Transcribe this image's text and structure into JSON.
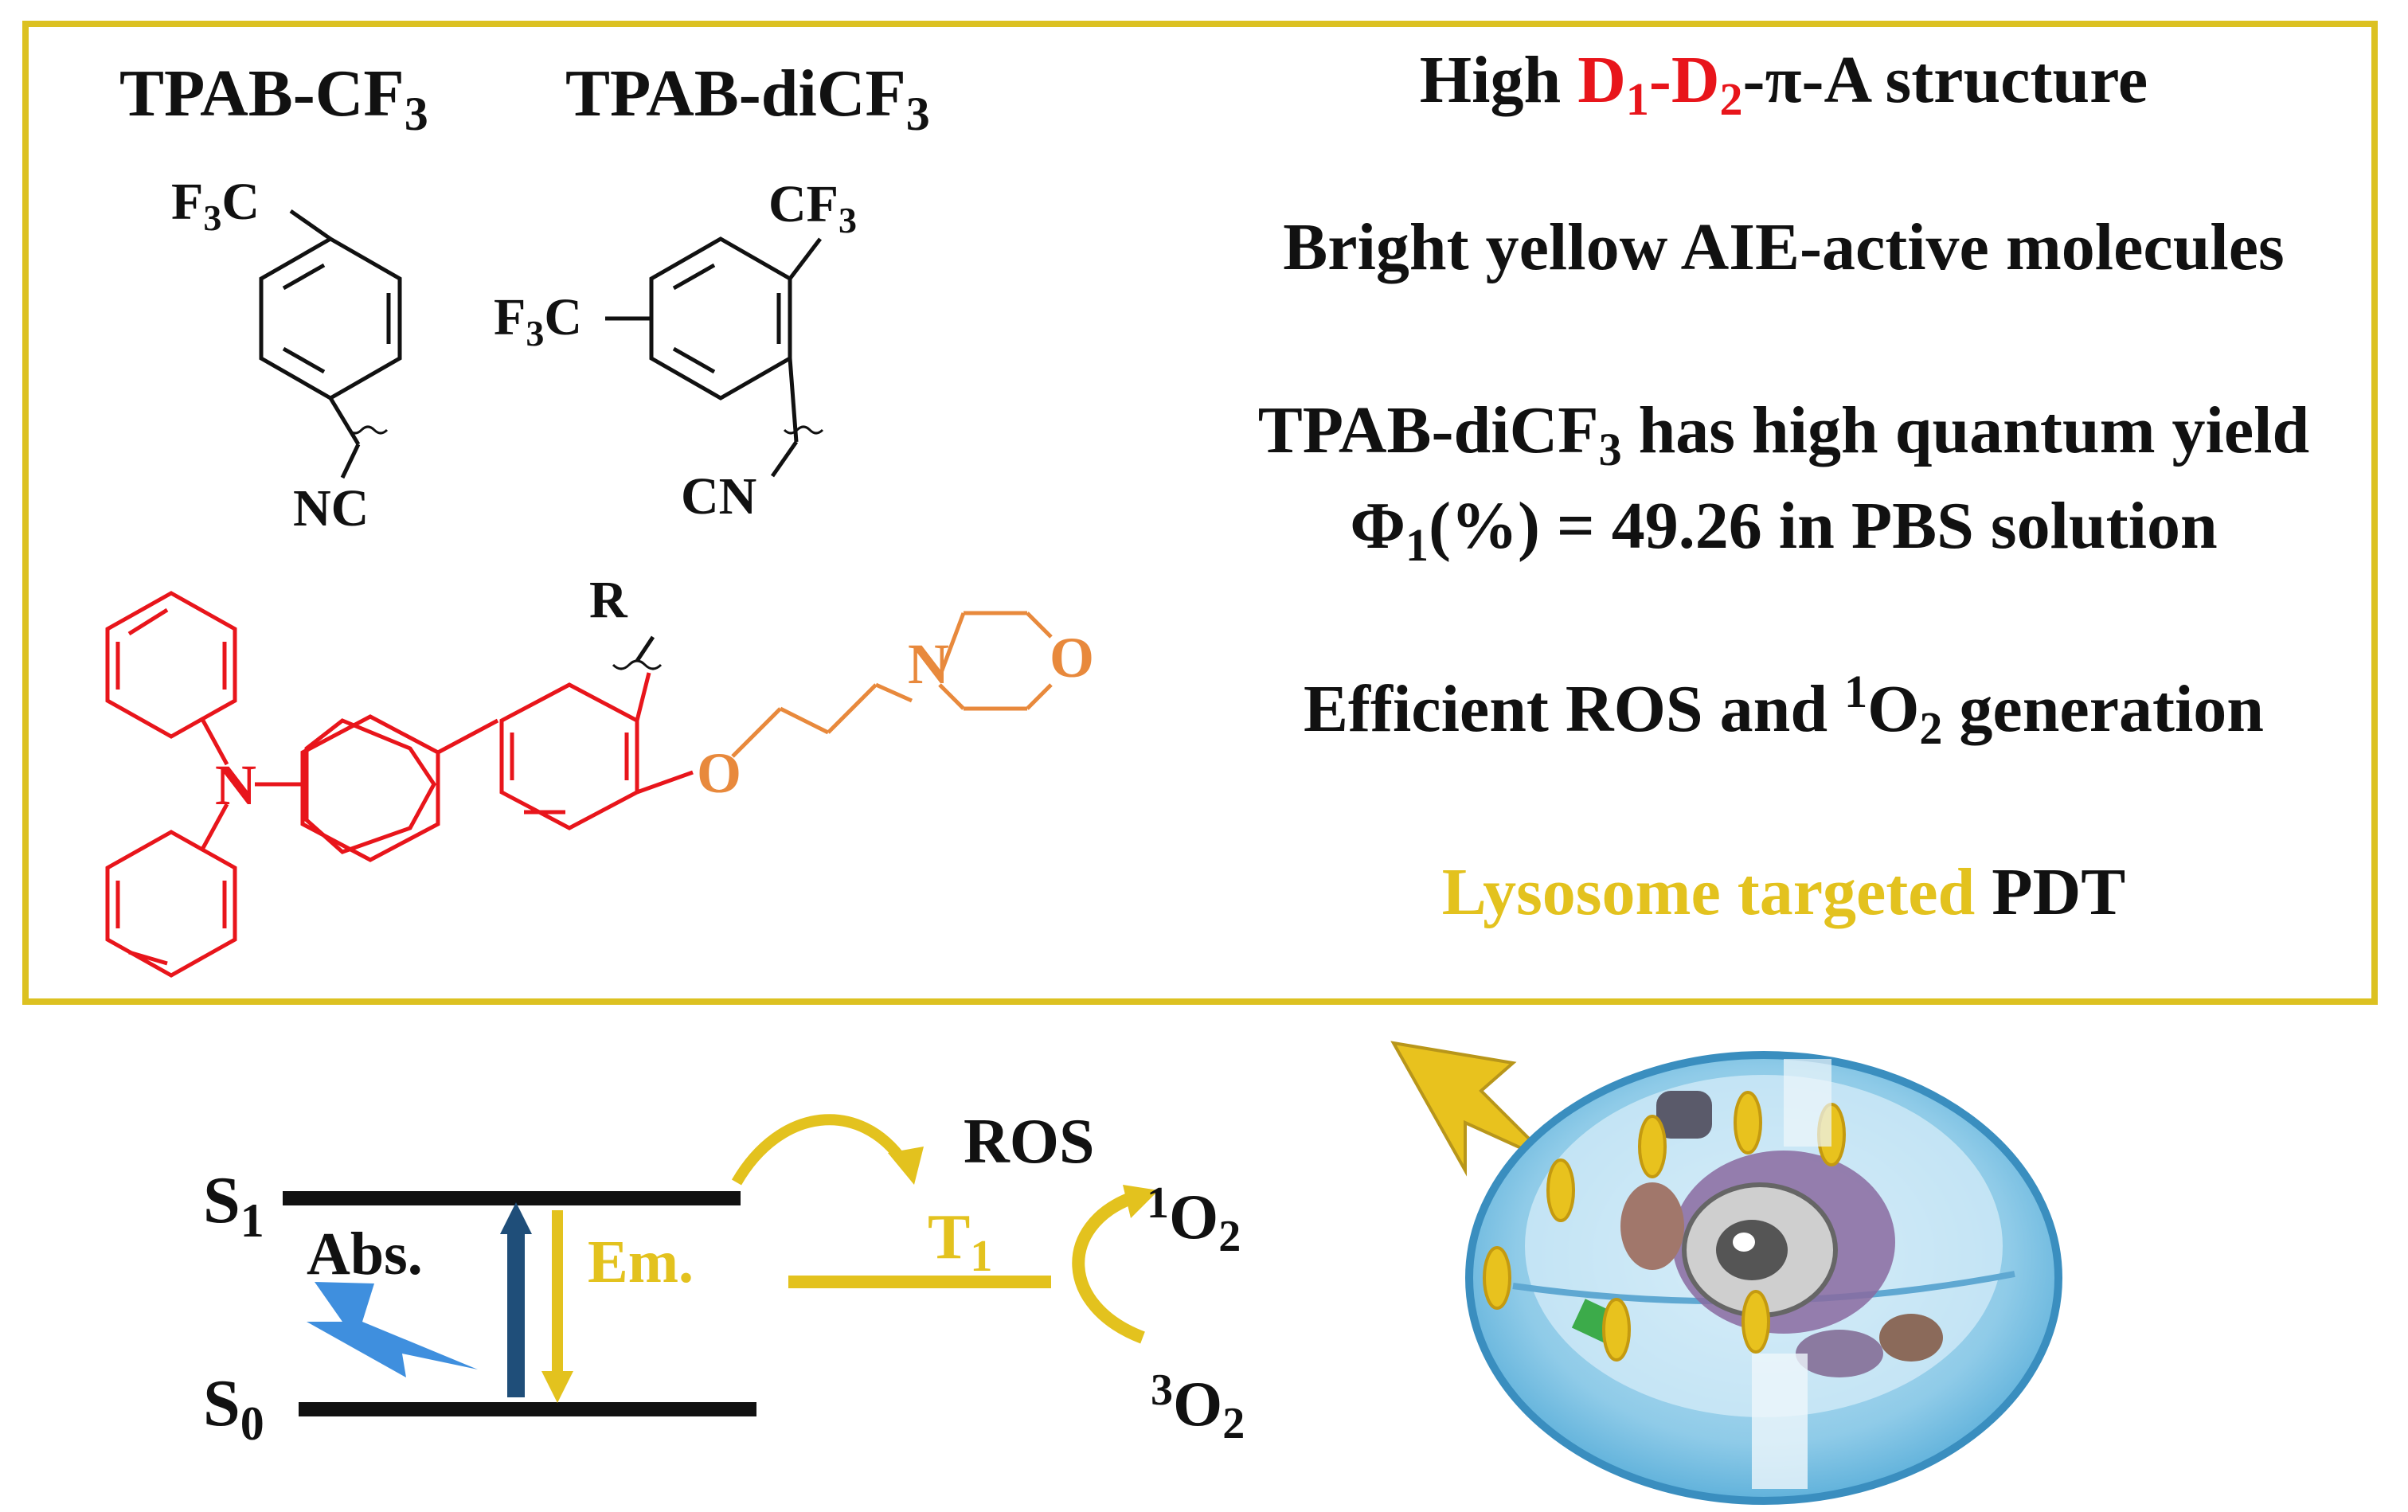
{
  "colors": {
    "frame": "#dcc121",
    "red": "#e8151b",
    "orange": "#e8893c",
    "gold": "#e3c21e",
    "navy": "#1f4e79",
    "lightning_blue": "#3f8fde",
    "black": "#111111"
  },
  "molecules": {
    "label_a": {
      "main": "TPAB-CF",
      "sub": "3"
    },
    "label_b": {
      "main": "TPAB-diCF",
      "sub": "3"
    },
    "sub_a": {
      "top_main": "F",
      "top_sub": "3",
      "top_tail": "C",
      "bottom": "NC"
    },
    "sub_b": {
      "top_main": "CF",
      "top_sub": "3",
      "left_main": "F",
      "left_sub": "3",
      "left_tail": "C",
      "bottom": "CN"
    },
    "core": {
      "r_label": "R",
      "n_amine": "N",
      "o_ether": "O",
      "n_morph": "N",
      "o_morph": "O"
    }
  },
  "features": {
    "line1": {
      "pre": "High ",
      "d1": "D",
      "d1_sub": "1",
      "dash1": "-",
      "d2": "D",
      "d2_sub": "2",
      "post": "-π-A structure"
    },
    "line2": "Bright yellow AIE-active molecules",
    "line3": {
      "pre": "TPAB-diCF",
      "sub": "3",
      "post": " has high quantum yield"
    },
    "line4": {
      "pre": "Φ",
      "sub": "1",
      "post": "(%) = 49.26 in PBS solution"
    },
    "line5": {
      "pre": "Efficient ROS and ",
      "sup": "1",
      "mid": "O",
      "sub": "2",
      "post": " generation"
    },
    "line6": {
      "gold": "Lysosome targeted",
      "black": " PDT"
    }
  },
  "energy": {
    "s1": {
      "main": "S",
      "sub": "1"
    },
    "s0": {
      "main": "S",
      "sub": "0"
    },
    "abs": "Abs.",
    "em": "Em.",
    "t1": {
      "main": "T",
      "sub": "1"
    },
    "ros": "ROS",
    "singlet": {
      "sup": "1",
      "main": "O",
      "sub": "2"
    },
    "triplet": {
      "sup": "3",
      "main": "O",
      "sub": "2"
    }
  },
  "cell": {
    "icon": "cell-illustration-icon"
  }
}
